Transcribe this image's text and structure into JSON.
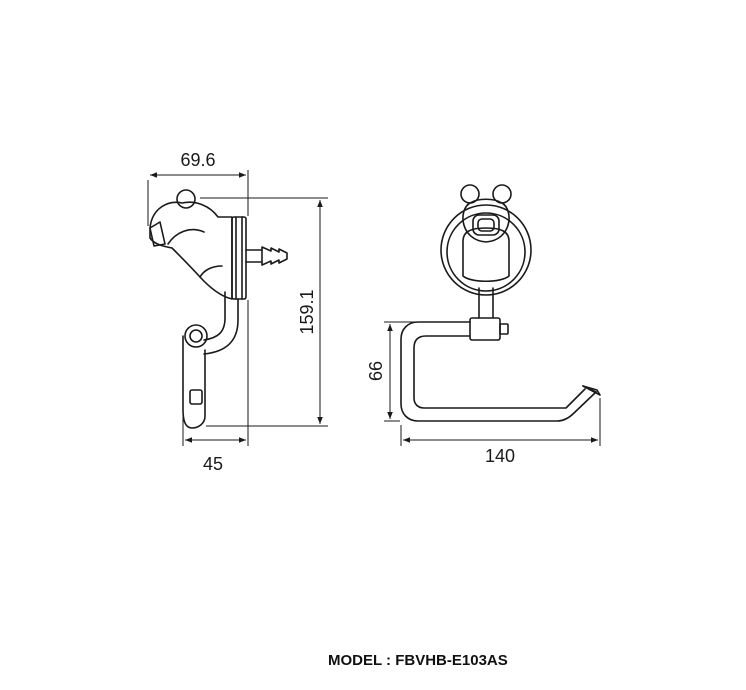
{
  "dimensions": {
    "side_width": "69.6",
    "side_height": "159.1",
    "side_depth": "45",
    "front_height": "66",
    "front_width": "140"
  },
  "model": {
    "label": "MODEL : FBVHB-E103AS"
  }
}
